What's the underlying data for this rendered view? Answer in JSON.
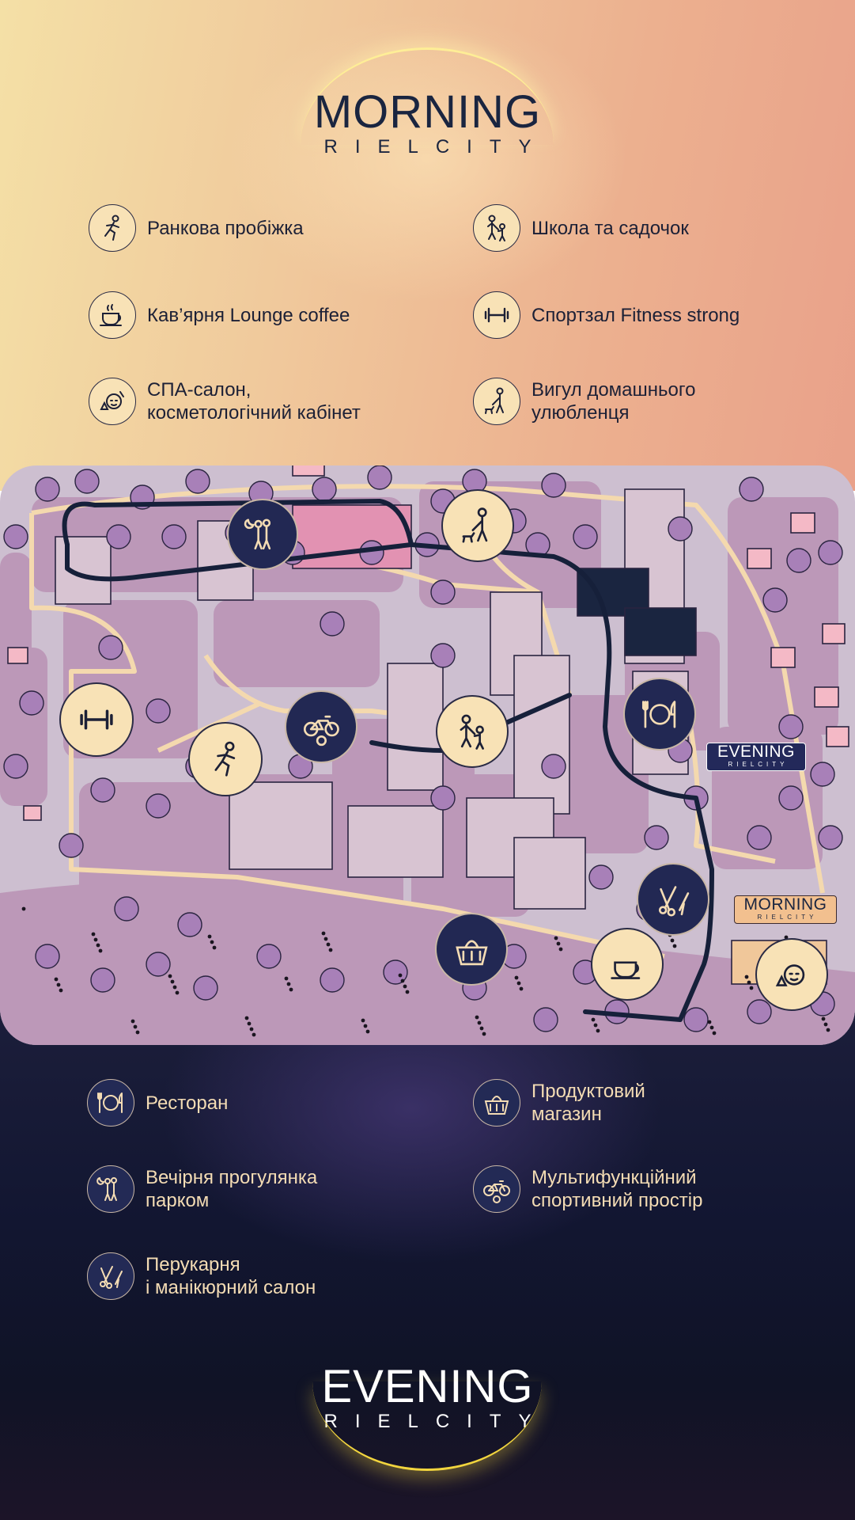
{
  "morning_logo": {
    "title": "MORNING",
    "subtitle": "RIELCITY"
  },
  "evening_logo": {
    "title": "EVENING",
    "subtitle": "RIELCITY"
  },
  "morning_amenities": [
    {
      "icon": "running-person-icon",
      "label": "Ранкова пробіжка"
    },
    {
      "icon": "parent-with-child-icon",
      "label": "Школа та садочок"
    },
    {
      "icon": "coffee-cup-icon",
      "label": "Кав’ярня Lounge coffee"
    },
    {
      "icon": "dumbbell-icon",
      "label": "Спортзал Fitness strong"
    },
    {
      "icon": "spa-face-icon",
      "label": "СПА-салон,\nкосметологічний кабінет"
    },
    {
      "icon": "dog-walk-icon",
      "label": "Вигул домашнього\nулюбленця"
    }
  ],
  "evening_amenities": [
    {
      "icon": "plate-cutlery-icon",
      "label": "Ресторан"
    },
    {
      "icon": "grocery-basket-icon",
      "label": "Продуктовий\nмагазин"
    },
    {
      "icon": "couple-walk-night-icon",
      "label": "Вечірня прогулянка\nпарком"
    },
    {
      "icon": "bicycle-ball-icon",
      "label": "Мультифункційний\nспортивний простір"
    },
    {
      "icon": "scissors-manicure-icon",
      "label": "Перукарня\nі манікюрний салон"
    }
  ],
  "map": {
    "evening_tag": {
      "title": "EVENING",
      "subtitle": "RIELCITY"
    },
    "morning_tag": {
      "title": "MORNING",
      "subtitle": "RIELCITY"
    }
  },
  "colors": {
    "morning_text": "#1a2540",
    "evening_text": "#f4dcb4",
    "map_ground": "#cdbfd0",
    "map_block": "#bc98b8",
    "tree": "#a880b8",
    "path": "#f4d9ae",
    "route": "#16203a"
  }
}
